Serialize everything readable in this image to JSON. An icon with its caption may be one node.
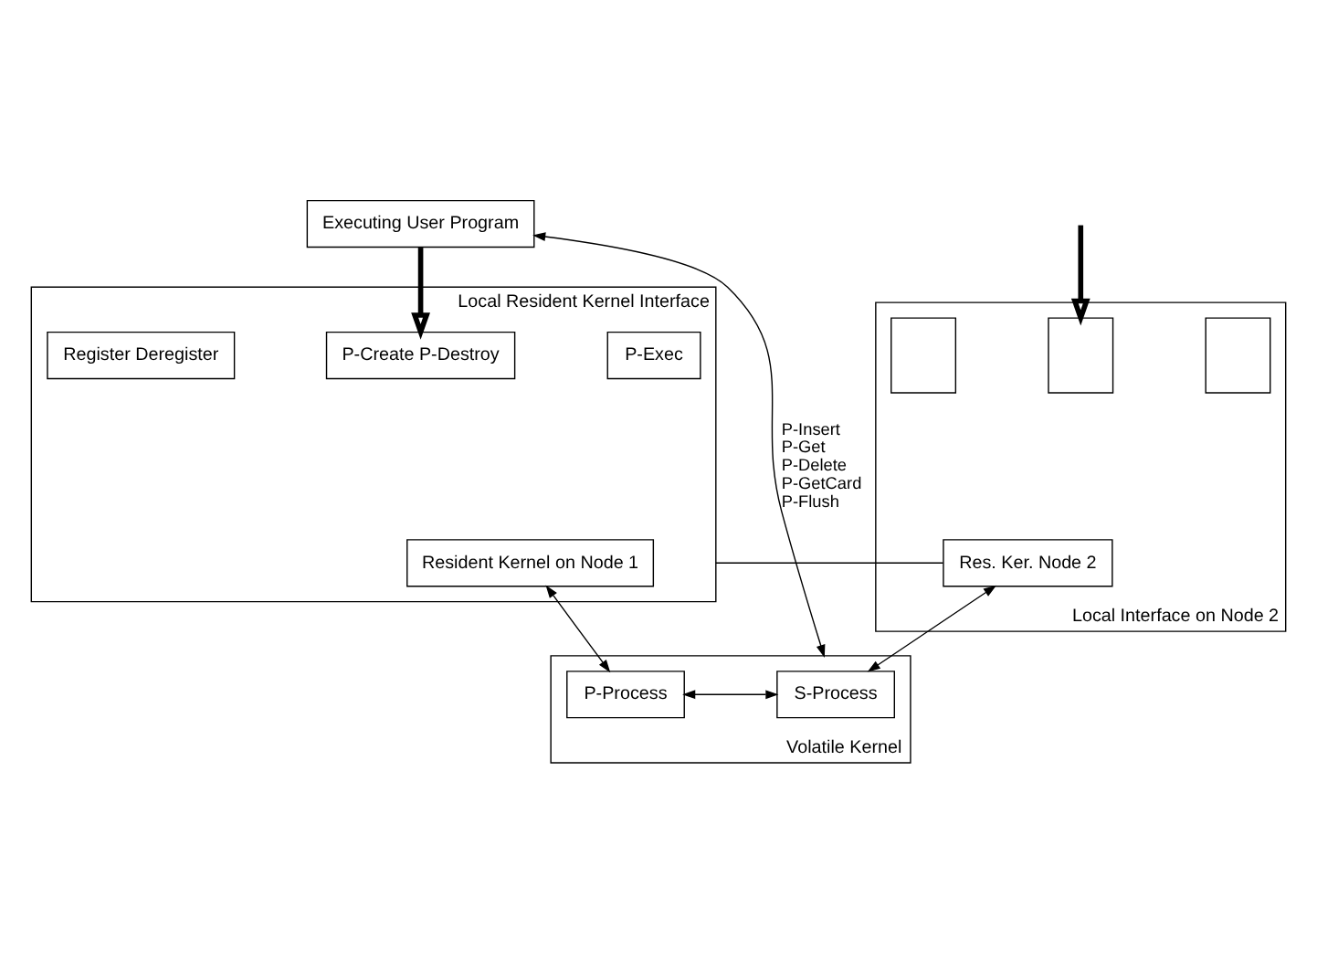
{
  "diagram": {
    "nodes": [
      {
        "text": [
          "Executing User Program"
        ]
      },
      {
        "text": [
          "Local Resident Kernel Interface"
        ]
      },
      {
        "text": [
          "Register Deregister"
        ],
        "in": 1
      },
      {
        "text": [
          "P-Create P-Destroy"
        ],
        "in": 1
      },
      {
        "text": [
          "P-Exec"
        ],
        "in": 1
      },
      {
        "text": [
          "Resident Kernel on Node 1"
        ],
        "in": 1
      },
      {
        "text": [
          "Local Interface on Node 2"
        ]
      },
      {
        "text": [],
        "shape": "box",
        "in": 6
      },
      {
        "text": [],
        "shape": "box",
        "in": 6
      },
      {
        "text": [],
        "shape": "box",
        "in": 6
      },
      {
        "text": [
          "Res. Ker. Node 2"
        ],
        "in": 6
      },
      {
        "text": [
          "Volatile Kernel"
        ]
      },
      {
        "text": [
          "P-Process"
        ],
        "in": 11
      },
      {
        "text": [
          "S-Process"
        ],
        "in": 11
      }
    ],
    "edges": [
      {
        "from": 0,
        "to": 3,
        "arrow": "to",
        "style": "thick"
      },
      {
        "from": null,
        "to": 8,
        "arrow": "to",
        "style": "thick"
      },
      {
        "from": 1,
        "to": 10,
        "arrow": "none"
      },
      {
        "from": 5,
        "to": 12,
        "arrow": "both"
      },
      {
        "from": 10,
        "to": 13,
        "arrow": "both"
      },
      {
        "from": 12,
        "to": 13,
        "arrow": "both"
      },
      {
        "from": 11,
        "to": 0,
        "arrow": "both",
        "label": "P-Insert P-Get P-Delete P-GetCard P-Flush"
      }
    ]
  }
}
